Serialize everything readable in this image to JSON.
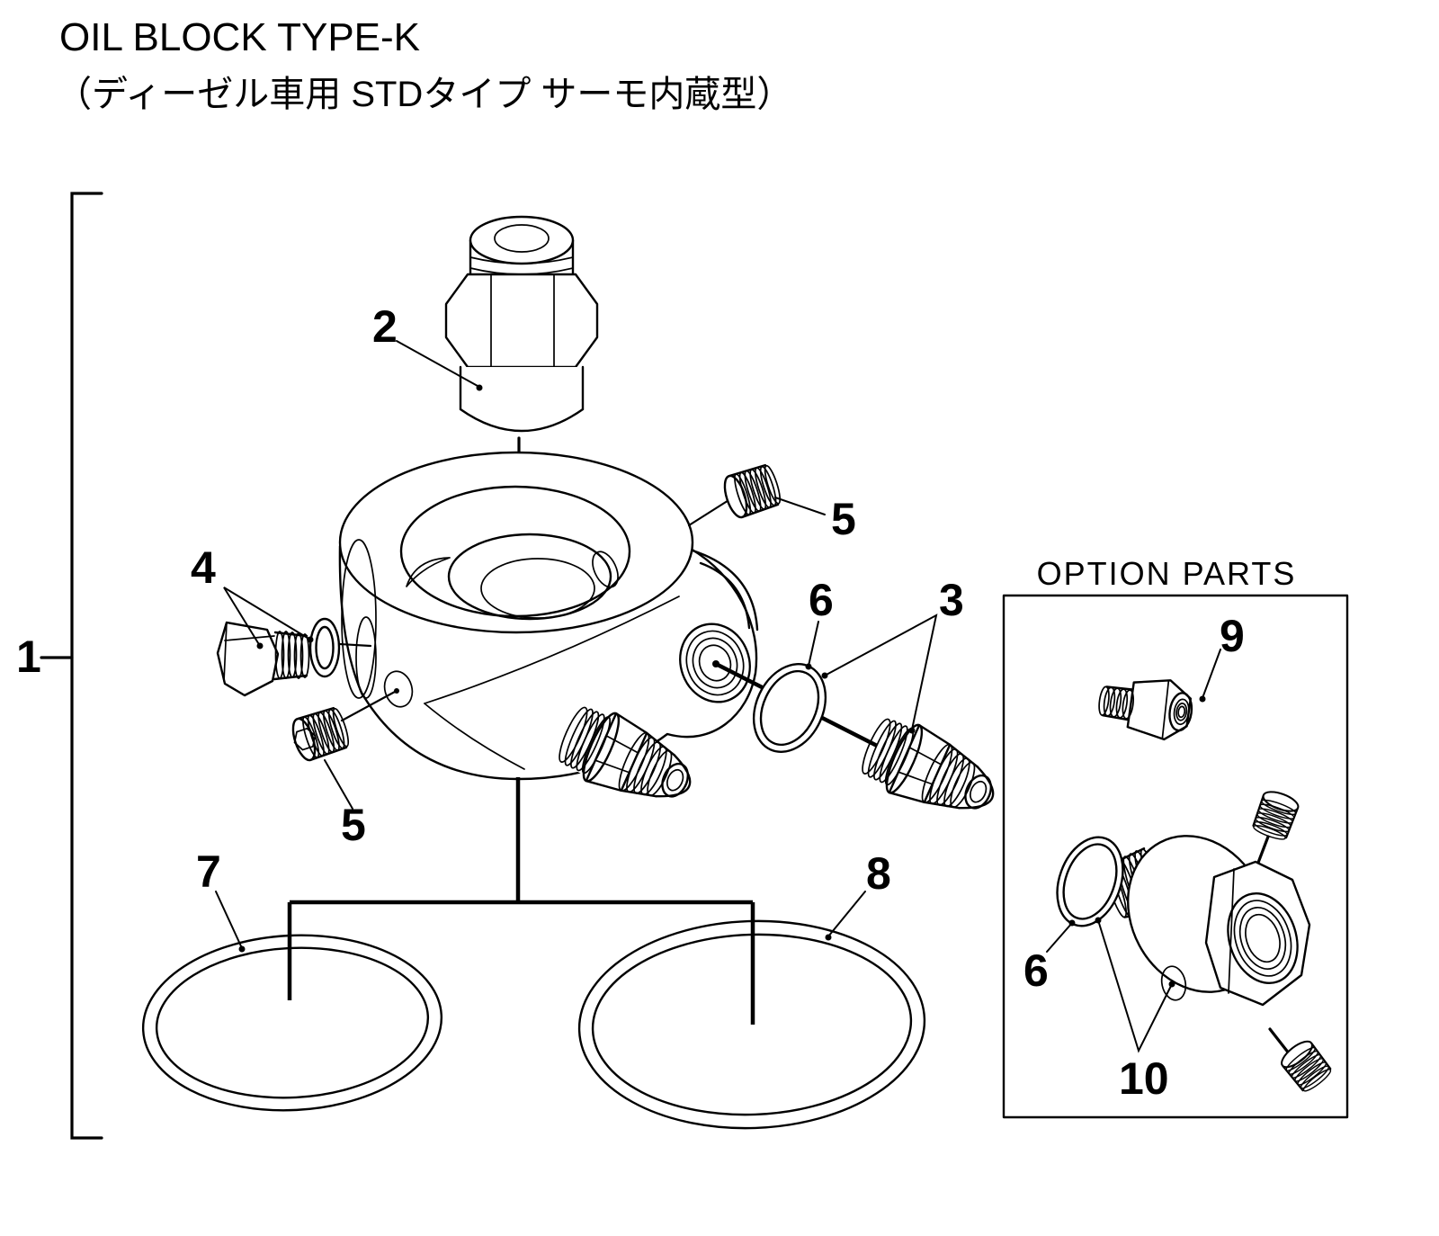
{
  "page": {
    "paper_color": "#ffffff",
    "ink_color": "#000000"
  },
  "title": {
    "line1": "OIL BLOCK TYPE-K",
    "line2": "（ディーゼル車用 STDタイプ サーモ内蔵型）"
  },
  "option_box": {
    "title": "OPTION PARTS"
  },
  "callouts": {
    "assembly": "1",
    "center_bolt": "2",
    "fitting": "3",
    "bolt_washer": "4",
    "plug_upper": "5",
    "plug_lower": "5",
    "oring_port": "6",
    "oring_option": "6",
    "oring_small": "7",
    "oring_large": "8",
    "adapter": "9",
    "valve": "10"
  }
}
